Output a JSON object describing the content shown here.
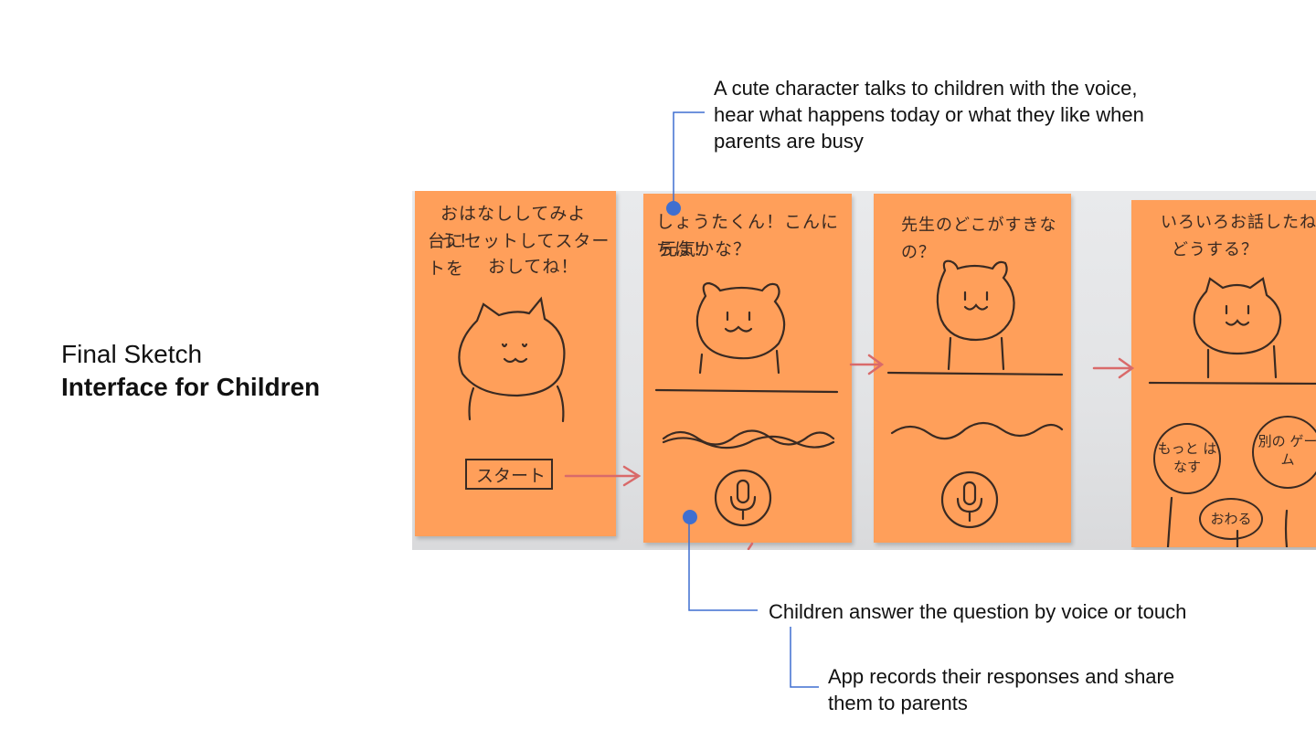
{
  "title": {
    "line1": "Final Sketch",
    "line2": "Interface for Children"
  },
  "annotations": {
    "character": {
      "line1": "A cute character talks to children with the voice,",
      "line2": "hear what happens today or what they like when",
      "line3": "parents are busy"
    },
    "answer": "Children answer the question by voice or touch",
    "records": {
      "line1": "App records their responses and share",
      "line2": "them to parents"
    }
  },
  "sketches": [
    {
      "lines": [
        "おはなししてみよう！",
        "台にセットしてスタートを",
        "おしてね！"
      ],
      "button": "スタート"
    },
    {
      "lines": [
        "しょうたくん！こんにちは！",
        "元気かな？"
      ],
      "icon": "microphone-icon"
    },
    {
      "lines": [
        "先生のどこがすきなの？"
      ],
      "icon": "microphone-icon"
    },
    {
      "lines": [
        "いろいろお話したね",
        "どうする？"
      ],
      "buttons": [
        "もっと はなす",
        "別の ゲーム",
        "おわる"
      ]
    }
  ],
  "colors": {
    "note": "#ff9f5a",
    "leader": "#3f6fd0",
    "arrow": "#d96a6a"
  }
}
